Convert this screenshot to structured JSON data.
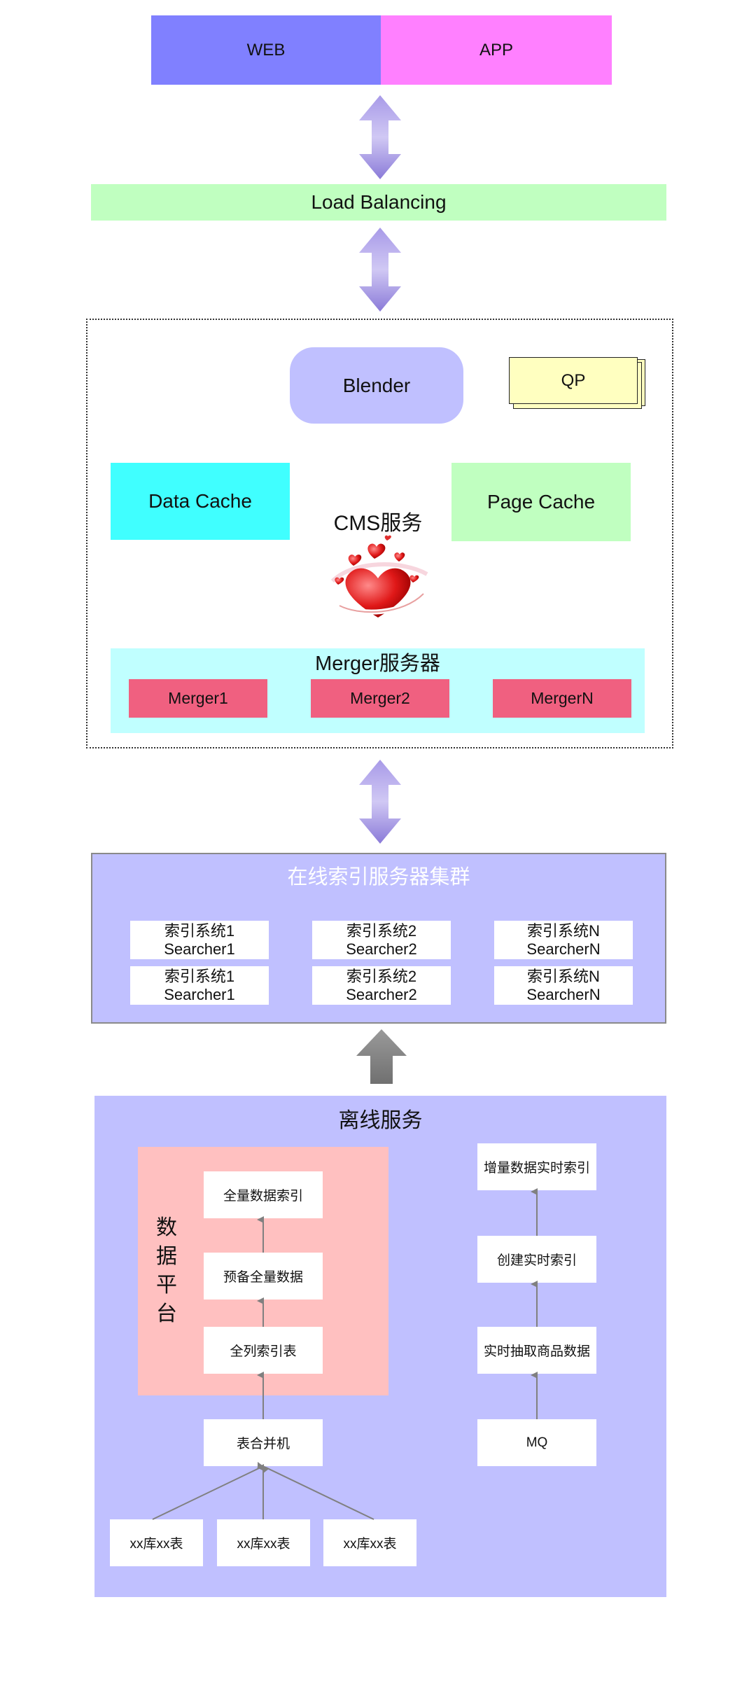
{
  "clients": {
    "web": "WEB",
    "app": "APP"
  },
  "load_balancing": "Load Balancing",
  "cms": {
    "blender": "Blender",
    "qp": "QP",
    "data_cache": "Data Cache",
    "page_cache": "Page Cache",
    "title": "CMS服务",
    "merger": {
      "title": "Merger服务器",
      "nodes": [
        "Merger1",
        "Merger2",
        "MergerN"
      ]
    }
  },
  "online": {
    "title": "在线索引服务器集群",
    "searchers": [
      {
        "system": "索引系统1",
        "name": "Searcher1"
      },
      {
        "system": "索引系统2",
        "name": "Searcher2"
      },
      {
        "system": "索引系统N",
        "name": "SearcherN"
      },
      {
        "system": "索引系统1",
        "name": "Searcher1"
      },
      {
        "system": "索引系统2",
        "name": "Searcher2"
      },
      {
        "system": "索引系统N",
        "name": "SearcherN"
      }
    ]
  },
  "offline": {
    "title": "离线服务",
    "platform_label": [
      "数",
      "据",
      "平",
      "台"
    ],
    "platform_steps": [
      "全量数据索引",
      "预备全量数据",
      "全列索引表"
    ],
    "merge": "表合并机",
    "sources": [
      "xx库xx表",
      "xx库xx表",
      "xx库xx表"
    ],
    "realtime_steps": [
      "增量数据实时索引",
      "创建实时索引",
      "实时抽取商品数据",
      "MQ"
    ]
  },
  "colors": {
    "web": "#8080ff",
    "app": "#ff80ff",
    "load_balancing": "#c0ffc0",
    "blender": "#c0c0ff",
    "qp": "#ffffc0",
    "data_cache": "#40ffff",
    "page_cache": "#c0ffc0",
    "merger_group": "#c0ffff",
    "merger_node": "#f06080",
    "cluster": "#c0c0ff",
    "platform": "#ffc0c0",
    "arrow": "#9b8be0"
  }
}
